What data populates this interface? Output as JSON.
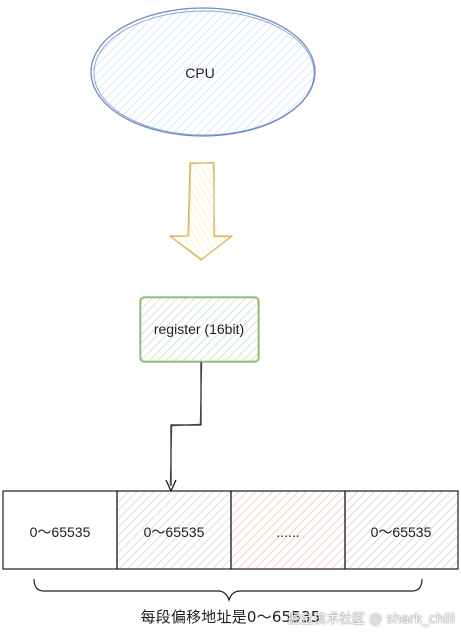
{
  "cpu": {
    "label": "CPU"
  },
  "register": {
    "label": "register (16bit)"
  },
  "segments": [
    "0～65535",
    "0～65535",
    "......",
    "0～65535"
  ],
  "caption": "每段偏移地址是0～65535",
  "watermark": "掘金技术社区 @ shark_chili",
  "colors": {
    "cpu_stroke": "#6c8ebf",
    "cpu_fill": "#dae8fc",
    "arrow_stroke": "#d6b656",
    "arrow_fill": "#fff2cc",
    "register_stroke": "#82b366",
    "register_fill": "#d5e8d4",
    "segment_2_fill": "#d5e8d4",
    "segment_3_fill": "#f8cecc",
    "segment_4_fill": "#e1d5e7"
  }
}
